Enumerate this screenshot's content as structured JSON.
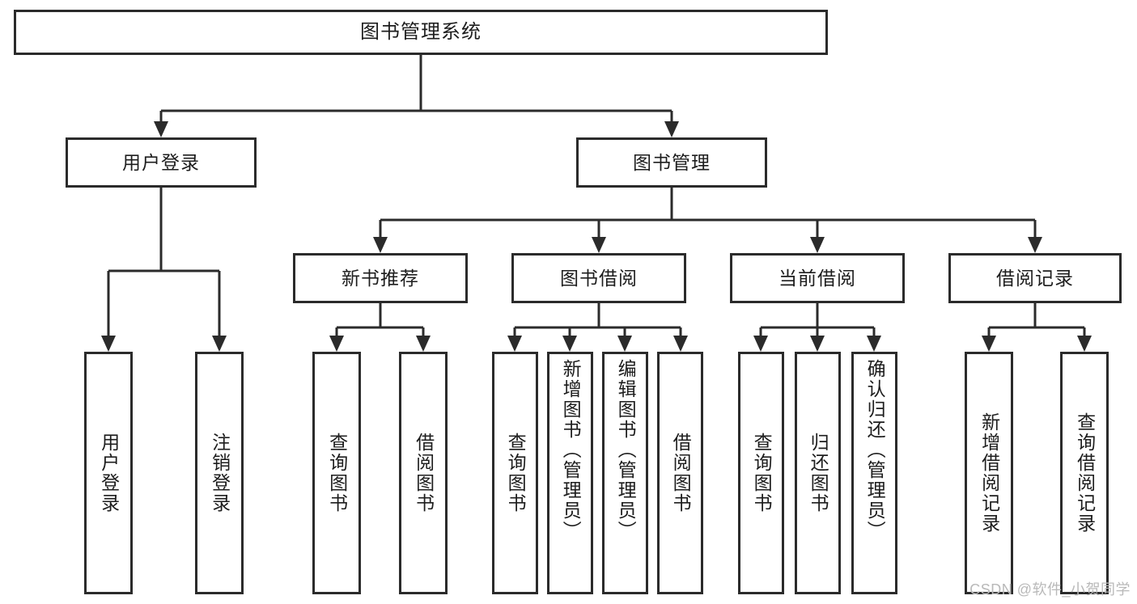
{
  "diagram": {
    "title": "图书管理系统",
    "watermark": "CSDN @软件_小贺同学",
    "root": {
      "label": "图书管理系统"
    },
    "level2": [
      {
        "label": "用户登录"
      },
      {
        "label": "图书管理"
      }
    ],
    "level3": [
      {
        "label": "新书推荐"
      },
      {
        "label": "图书借阅"
      },
      {
        "label": "当前借阅"
      },
      {
        "label": "借阅记录"
      }
    ],
    "leaves": {
      "user_login": [
        {
          "label": "用户登录"
        },
        {
          "label": "注销登录"
        }
      ],
      "new_book": [
        {
          "label": "查询图书"
        },
        {
          "label": "借阅图书"
        }
      ],
      "book_borrow": [
        {
          "label": "查询图书"
        },
        {
          "label": "新增图书（管理员）"
        },
        {
          "label": "编辑图书（管理员）"
        },
        {
          "label": "借阅图书"
        }
      ],
      "current_borrow": [
        {
          "label": "查询图书"
        },
        {
          "label": "归还图书"
        },
        {
          "label": "确认归还（管理员）"
        }
      ],
      "borrow_record": [
        {
          "label": "新增借阅记录"
        },
        {
          "label": "查询借阅记录"
        }
      ]
    },
    "colors": {
      "stroke": "#2b2b2b",
      "fill": "#ffffff",
      "text": "#1d1d1d",
      "watermark": "#b9b9b9"
    }
  }
}
